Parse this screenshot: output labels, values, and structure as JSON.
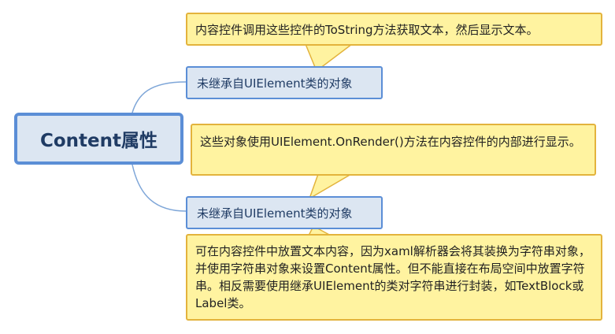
{
  "root": {
    "title": "Content属性"
  },
  "branches": [
    {
      "label": "未继承自UIElement类的对象"
    },
    {
      "label": "未继承自UIElement类的对象"
    }
  ],
  "notes": [
    {
      "text": "内容控件调用这些控件的ToString方法获取文本，然后显示文本。"
    },
    {
      "text": "这些对象使用UIElement.OnRender()方法在内容控件的内部进行显示。"
    },
    {
      "text": "可在内容控件中放置文本内容，因为xaml解析器会将其装换为字符串对象，并使用字符串对象来设置Content属性。但不能直接在布局空间中放置字符串。相反需要使用继承UIElement的类对字符串进行封装，如TextBlock或Label类。"
    }
  ],
  "colors": {
    "topic_fill": "#dce6f2",
    "topic_border": "#5b8ed6",
    "topic_text": "#1f3b64",
    "note_fill": "#fff3a0",
    "note_border": "#e3b33c",
    "connector": "#7ea6d8"
  }
}
